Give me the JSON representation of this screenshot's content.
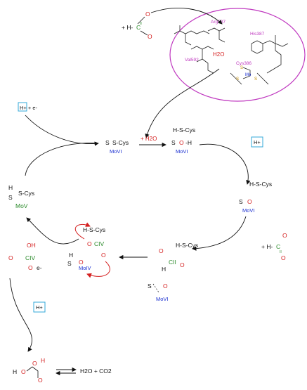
{
  "residues": {
    "arg587": "Arg587",
    "his387": "His387",
    "val592": "Val592",
    "cys386": "Cys386",
    "water": "H2O"
  },
  "labels": {
    "plus_formate": "+ H-",
    "proton_electron": "H+ + e-",
    "proton_top_right": "H+",
    "proton_lower_left": "H+",
    "plus_h2o": "+ H2O",
    "s_cys": "S-Cys",
    "h_s_cys": "H-S-Cys",
    "mo_vi": "MoVI",
    "mo_v": "MoV",
    "mo_iv": "MoIV",
    "c_ii": "CII",
    "c_iv": "CIV",
    "e_minus": "e-",
    "plus_h": "+ H-",
    "product": "H2O + CO2"
  },
  "colors": {
    "molybdenum": "#1a2fd0",
    "oxygen": "#d42020",
    "carbon_oxidation": "#2a8a2a",
    "residue": "#c03ac0",
    "ellipse": "#c03ac0",
    "box": "#33a8d8"
  }
}
